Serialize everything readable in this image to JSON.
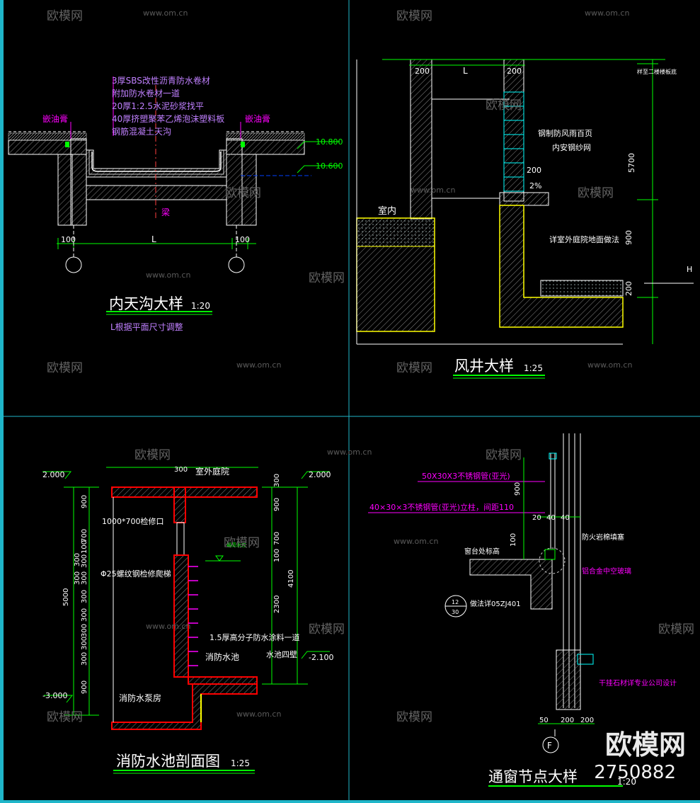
{
  "watermark": {
    "brand": "欧模网",
    "url": "www.om.cn",
    "id": "2750882"
  },
  "panels": {
    "gutter": {
      "title": "内天沟大样",
      "scale": "1:20",
      "note": "L根据平面尺寸调整",
      "layers": [
        "3厚SBS改性沥青防水卷材",
        "附加防水卷材一道",
        "20厚1:2.5水泥砂浆找平",
        "40厚挤塑聚苯乙烯泡沫塑料板",
        "钢筋混凝土天沟"
      ],
      "label_left": "嵌油膏",
      "label_right": "嵌油膏",
      "elev_top": "10.800",
      "elev_bottom": "10.600",
      "beam": "梁",
      "dim_left": "100",
      "dim_mid": "L",
      "dim_right": "100"
    },
    "shaft": {
      "title": "风井大样",
      "scale": "1:25",
      "indoor": "室内",
      "louver": "钢制防风雨百页",
      "screen": "内安钢纱网",
      "ground": "详室外庭院地面做法",
      "dim_200a": "200",
      "dim_L": "L",
      "dim_200b": "200",
      "dim_200c": "200",
      "slope": "2%",
      "dim_5700": "5700",
      "dim_900": "900",
      "dim_200d": "200",
      "note_top": "样至二楼楼板底",
      "h_mark": "H"
    },
    "pool": {
      "title": "消防水池剖面图",
      "scale": "1:25",
      "courtyard": "室外庭院",
      "hatch": "1000*700检修口",
      "ladder": "Φ25螺纹钢检修爬梯",
      "waterproof": "1.5厚高分子防水涂料一道",
      "pool_name": "消防水池",
      "wall": "水池四壁",
      "pump_room": "消防水泵房",
      "elev_tl": "2.000",
      "elev_tr": "2.000",
      "elev_bl": "-3.000",
      "elev_br": "-2.100",
      "water_level": "最高水位",
      "dim_300top": "300",
      "left_dims": [
        "900",
        "300",
        "100",
        "700",
        "300",
        "300",
        "300",
        "300",
        "300",
        "300",
        "300",
        "300",
        "900"
      ],
      "left_total": "5000",
      "right_dims": [
        "300",
        "900",
        "700",
        "100",
        "2300"
      ],
      "right_total": "4100"
    },
    "window": {
      "title": "通窗节点大样",
      "scale": "1:20",
      "pipe1": "50X30X3不锈钢管(亚光)",
      "pipe2": "40×30×3不锈钢管(亚光)立柱，间距110",
      "fire": "防火岩棉填塞",
      "glass": "铝合金中空玻璃",
      "sill": "窗台处标高",
      "ref": "做法详05ZJ401",
      "ref_num_top": "12",
      "ref_num_bot": "30",
      "stone": "干挂石材详专业公司设计",
      "dim_900": "900",
      "dim_20": "20",
      "dim_40a": "40",
      "dim_40b": "40",
      "dim_100": "100",
      "dim_50": "50",
      "dim_200a": "200",
      "dim_200b": "200",
      "axis": "F"
    }
  },
  "colors": {
    "cyan": "#1fb6c9",
    "green": "#00ff00",
    "yellow": "#ffff00",
    "red": "#ff0000",
    "magenta": "#ff00ff",
    "white": "#ffffff",
    "violet": "#c080ff"
  }
}
